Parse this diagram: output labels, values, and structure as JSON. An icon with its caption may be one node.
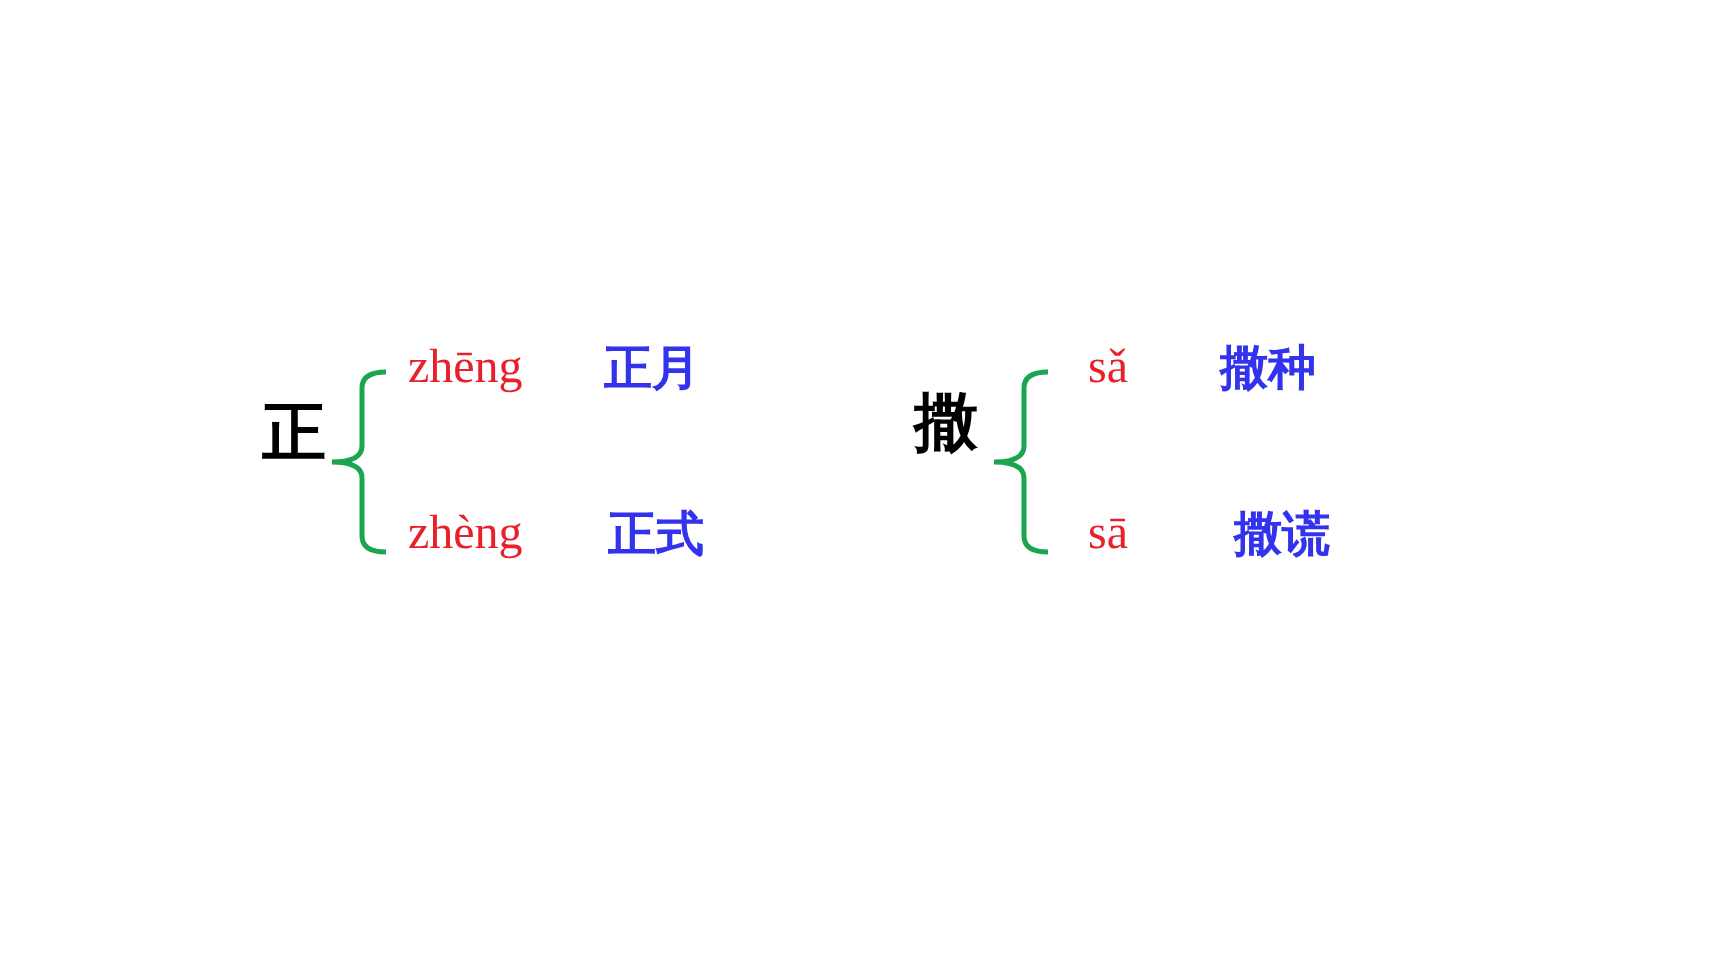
{
  "diagram": {
    "labels": [
      "正",
      "zhēng",
      "正月",
      "zhèng",
      "正式",
      "撒",
      "sǎ",
      "撒种",
      "sā",
      "撒谎"
    ]
  }
}
